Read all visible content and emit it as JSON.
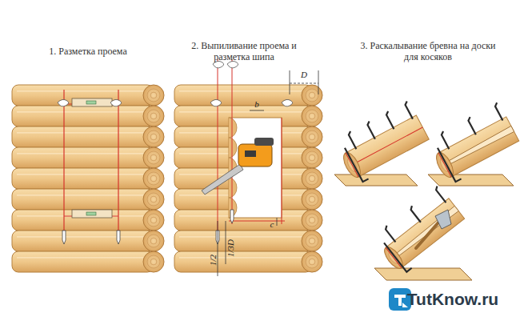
{
  "diagram": {
    "labels": [
      "1. Разметка проема",
      "2. Выпиливание проема и разметка шипа",
      "3. Раскалывание бревна на доски для косяков",
      "b",
      "D",
      "c",
      "1/2",
      "1/3D",
      "TutKnow.ru"
    ]
  }
}
